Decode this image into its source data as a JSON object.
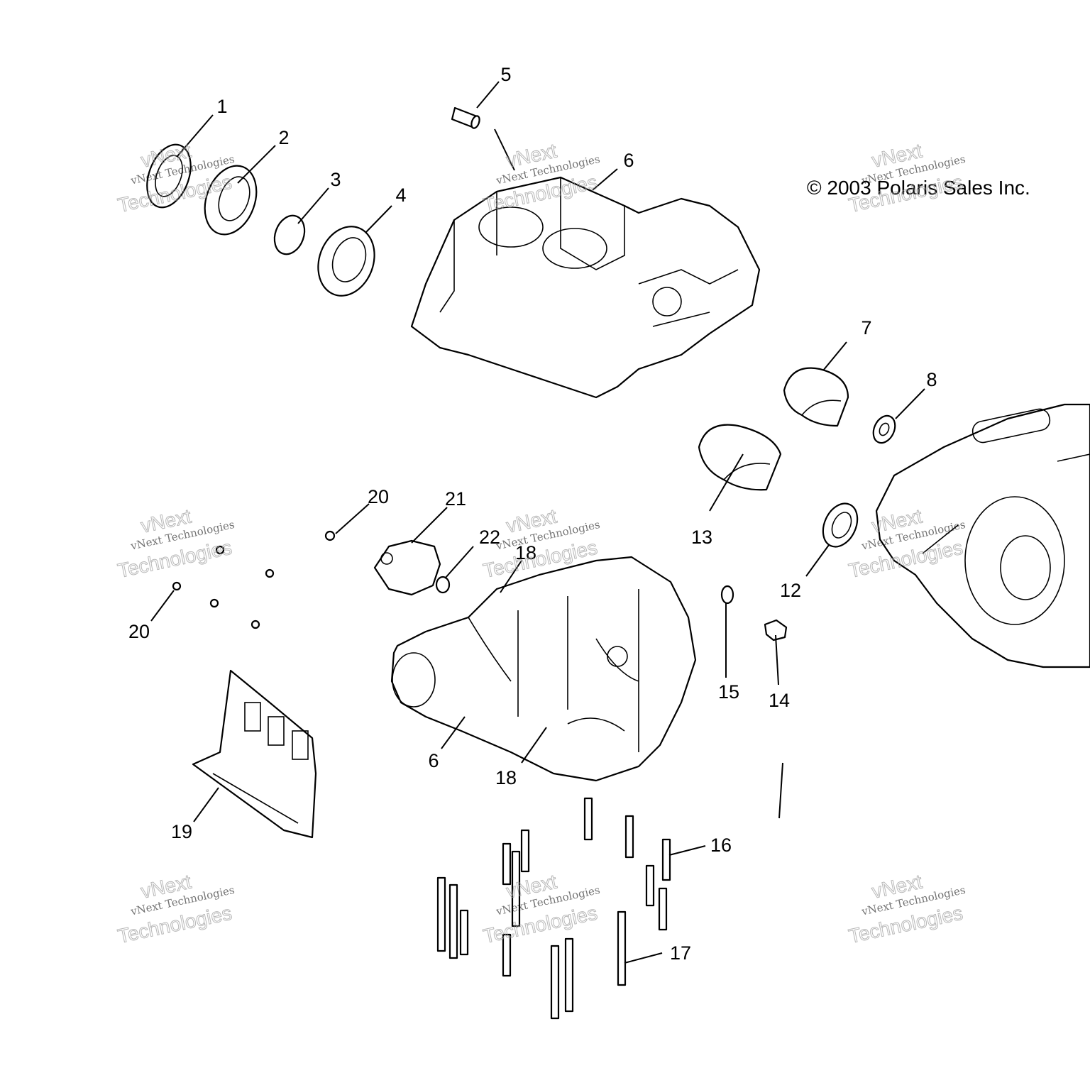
{
  "copyright": "© 2003 Polaris Sales Inc.",
  "watermark": {
    "line1": "vNext Technologies",
    "line2": "vNext",
    "line3": "Technologies"
  },
  "callouts": {
    "c1": "1",
    "c2": "2",
    "c3": "3",
    "c4": "4",
    "c5": "5",
    "c6a": "6",
    "c6b": "6",
    "c7": "7",
    "c8": "8",
    "c12": "12",
    "c13": "13",
    "c14": "14",
    "c15": "15",
    "c16": "16",
    "c17": "17",
    "c18a": "18",
    "c18b": "18",
    "c19": "19",
    "c20a": "20",
    "c20b": "20",
    "c21": "21",
    "c22": "22"
  }
}
